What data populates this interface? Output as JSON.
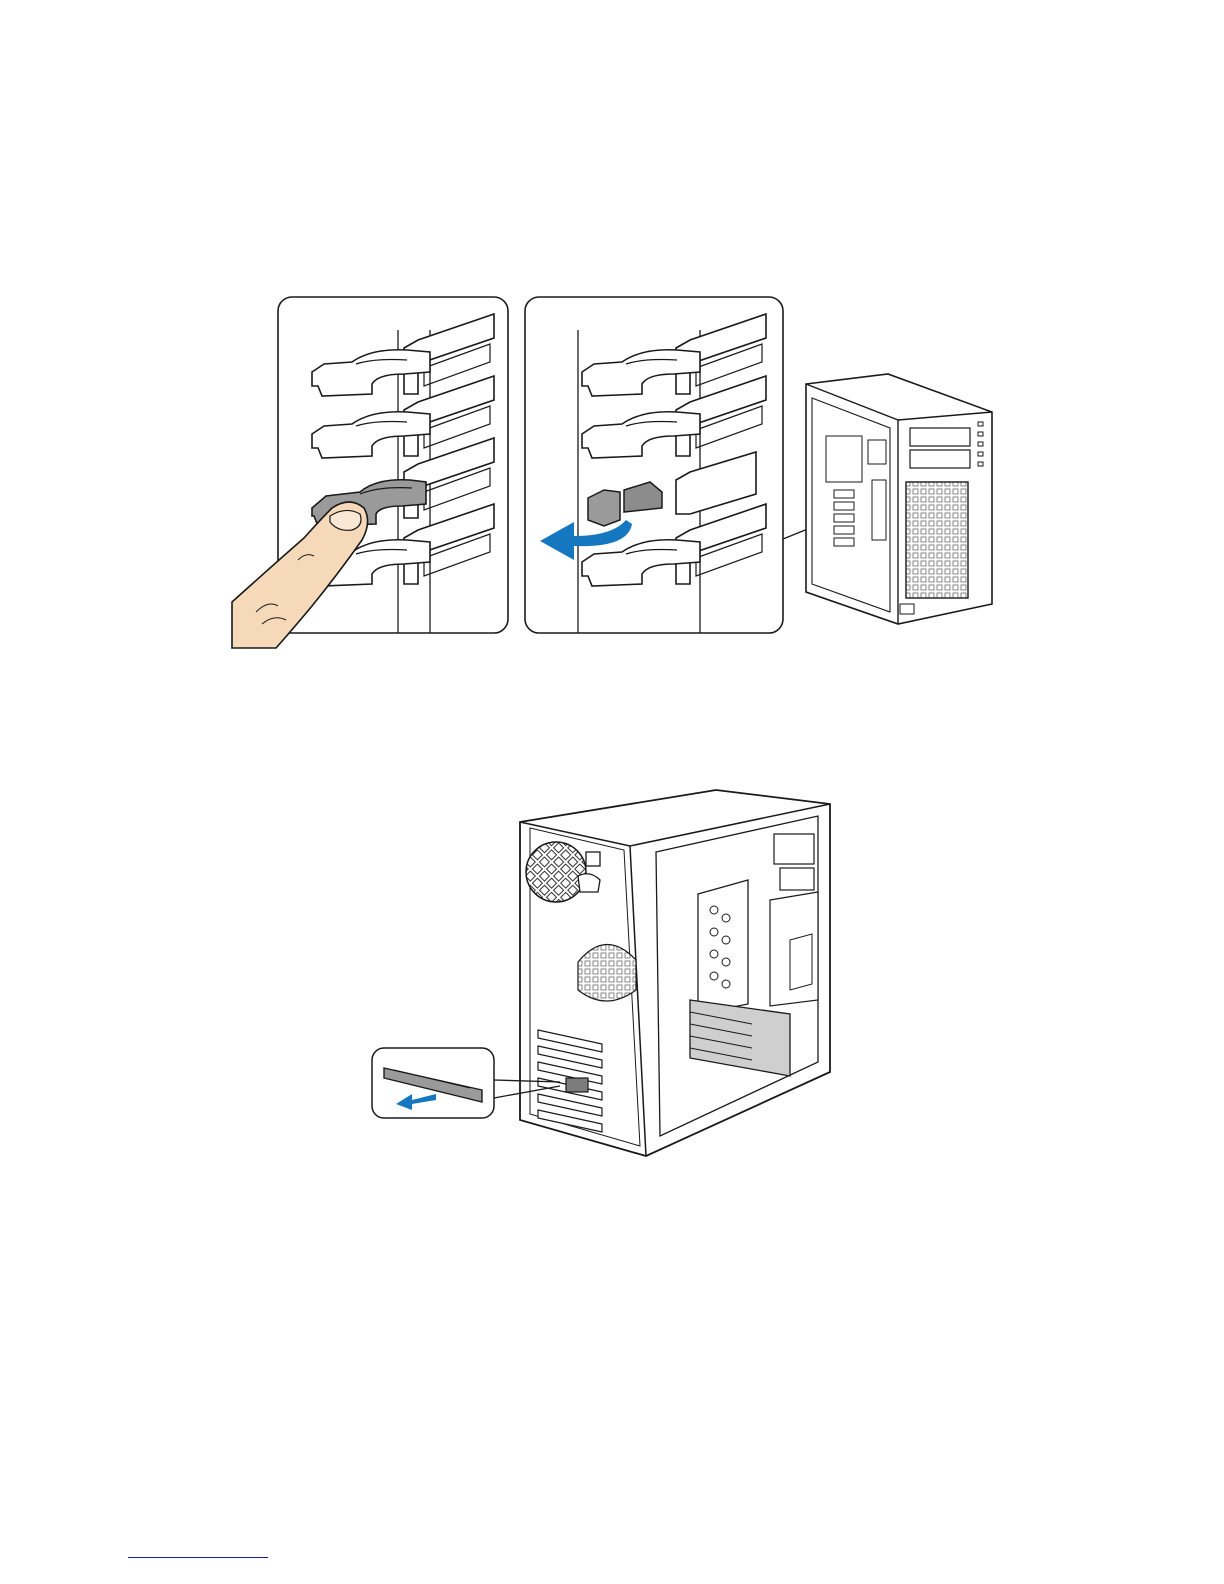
{
  "page": {
    "background": "#ffffff"
  },
  "figures": [
    {
      "name": "slot-latch-release",
      "panels": [
        "press-latch-panel",
        "rotate-latch-panel",
        "chassis-context-view"
      ]
    },
    {
      "name": "slot-cover-removal",
      "panels": [
        "chassis-open-view",
        "slot-cover-callout"
      ]
    }
  ],
  "colors": {
    "line": "#1a1a1a",
    "latch_gray": "#9a9a9a",
    "latch_dark": "#7c7c7c",
    "finger": "#f6d9b8",
    "arrow_blue": "#1577bf",
    "rule_blue": "#1a1aa8"
  },
  "icons": [
    "finger-illustration",
    "rotate-arrow-icon",
    "pull-arrow-icon"
  ]
}
